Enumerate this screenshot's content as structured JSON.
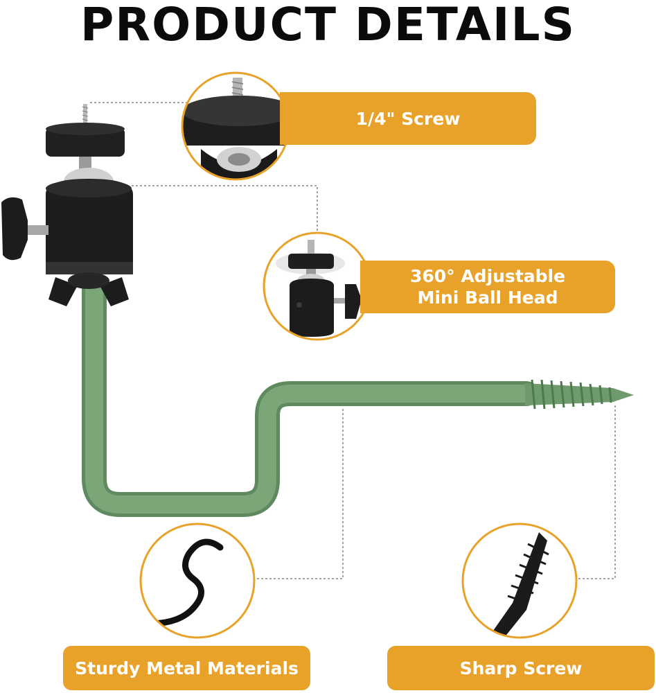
{
  "title": "PRODUCT DETAILS",
  "colors": {
    "accent": "#e8a22a",
    "arm_green": "#6f9a6e",
    "mount_black": "#1d1d1d",
    "label_text": "#ffffff"
  },
  "callouts": {
    "screw": "1/4\" Screw",
    "ball_head_line1": "360° Adjustable",
    "ball_head_line2": "Mini Ball Head",
    "metal": "Sturdy Metal Materials",
    "sharp": "Sharp Screw"
  }
}
